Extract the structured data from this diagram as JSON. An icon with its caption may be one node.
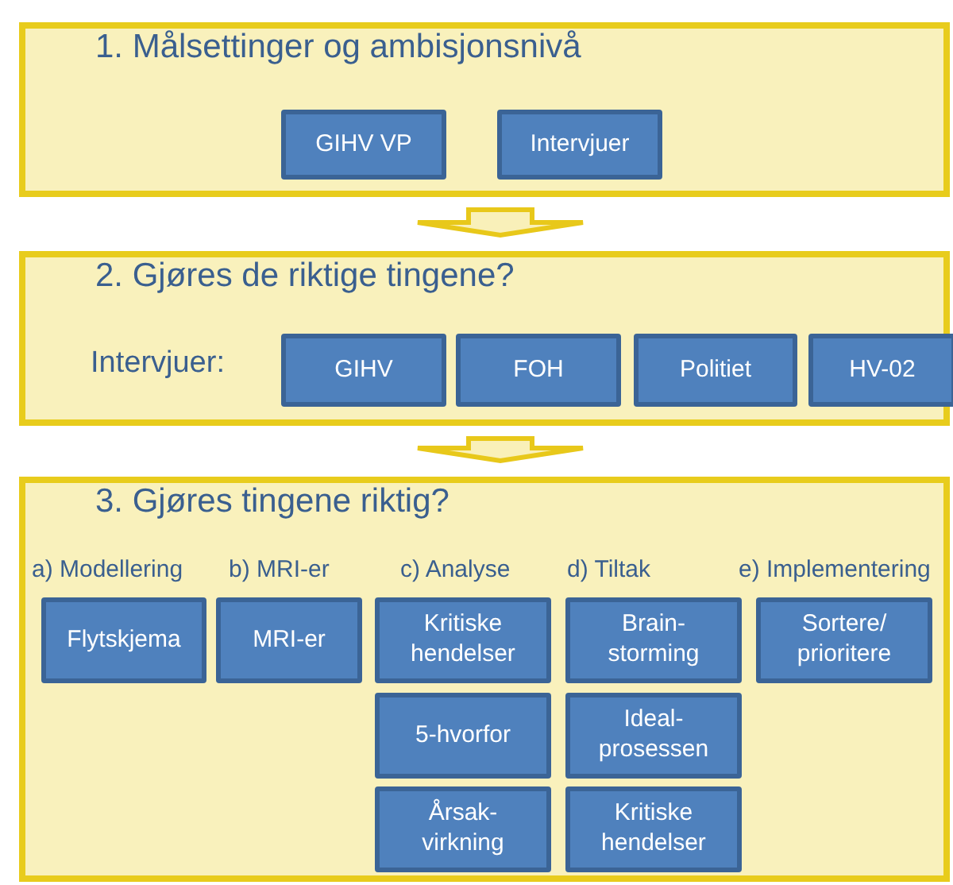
{
  "diagram": {
    "nodes": [
      {
        "text": [
          "1. Målsettinger og ambisjonsnivå"
        ]
      },
      {
        "text": [
          "GIHV VP"
        ],
        "in": 0
      },
      {
        "text": [
          "Intervjuer"
        ],
        "in": 0
      },
      {
        "text": [
          "2. Gjøres de riktige tingene?"
        ]
      },
      {
        "text": [
          "GIHV"
        ],
        "in": 3
      },
      {
        "text": [
          "FOH"
        ],
        "in": 3
      },
      {
        "text": [
          "Politiet"
        ],
        "in": 3
      },
      {
        "text": [
          "HV-02"
        ],
        "in": 3
      },
      {
        "text": [
          "3. Gjøres tingene riktig?"
        ]
      },
      {
        "text": [
          "Flytskjema"
        ],
        "in": 8
      },
      {
        "text": [
          "MRI-er"
        ],
        "in": 8
      },
      {
        "text": [
          "Kritiske hendelser"
        ],
        "in": 8
      },
      {
        "text": [
          "Brain- storming"
        ],
        "in": 8
      },
      {
        "text": [
          "Sortere/ prioritere"
        ],
        "in": 8
      },
      {
        "text": [
          "5-hvorfor"
        ],
        "in": 8
      },
      {
        "text": [
          "Ideal- prosessen"
        ],
        "in": 8
      },
      {
        "text": [
          "Årsak- virkning"
        ],
        "in": 8
      },
      {
        "text": [
          "Kritiske hendelser"
        ],
        "in": 8
      }
    ],
    "edges": [
      {
        "from": 0,
        "to": 3,
        "arrow": "to",
        "style": "thick"
      },
      {
        "from": 3,
        "to": 8,
        "arrow": "to",
        "style": "thick"
      }
    ],
    "labels": [
      "Intervjuer:",
      "a) Modellering",
      "b) MRI-er",
      "c) Analyse",
      "d) Tiltak",
      "e) Implementering"
    ]
  }
}
